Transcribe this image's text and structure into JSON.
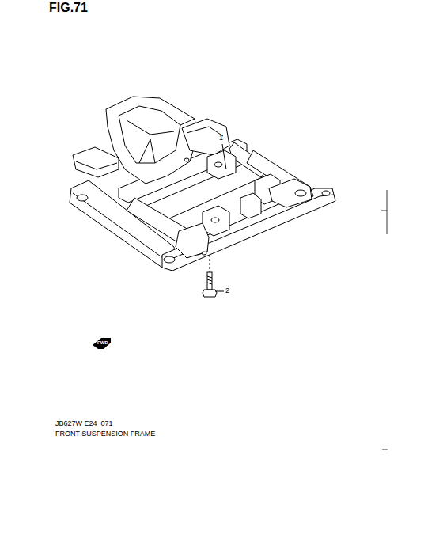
{
  "diagram": {
    "labels": [
      "FIG.71",
      "1",
      "2",
      "FWD",
      "JB627W E24_071",
      "FRONT SUSPENSION FRAME"
    ]
  }
}
